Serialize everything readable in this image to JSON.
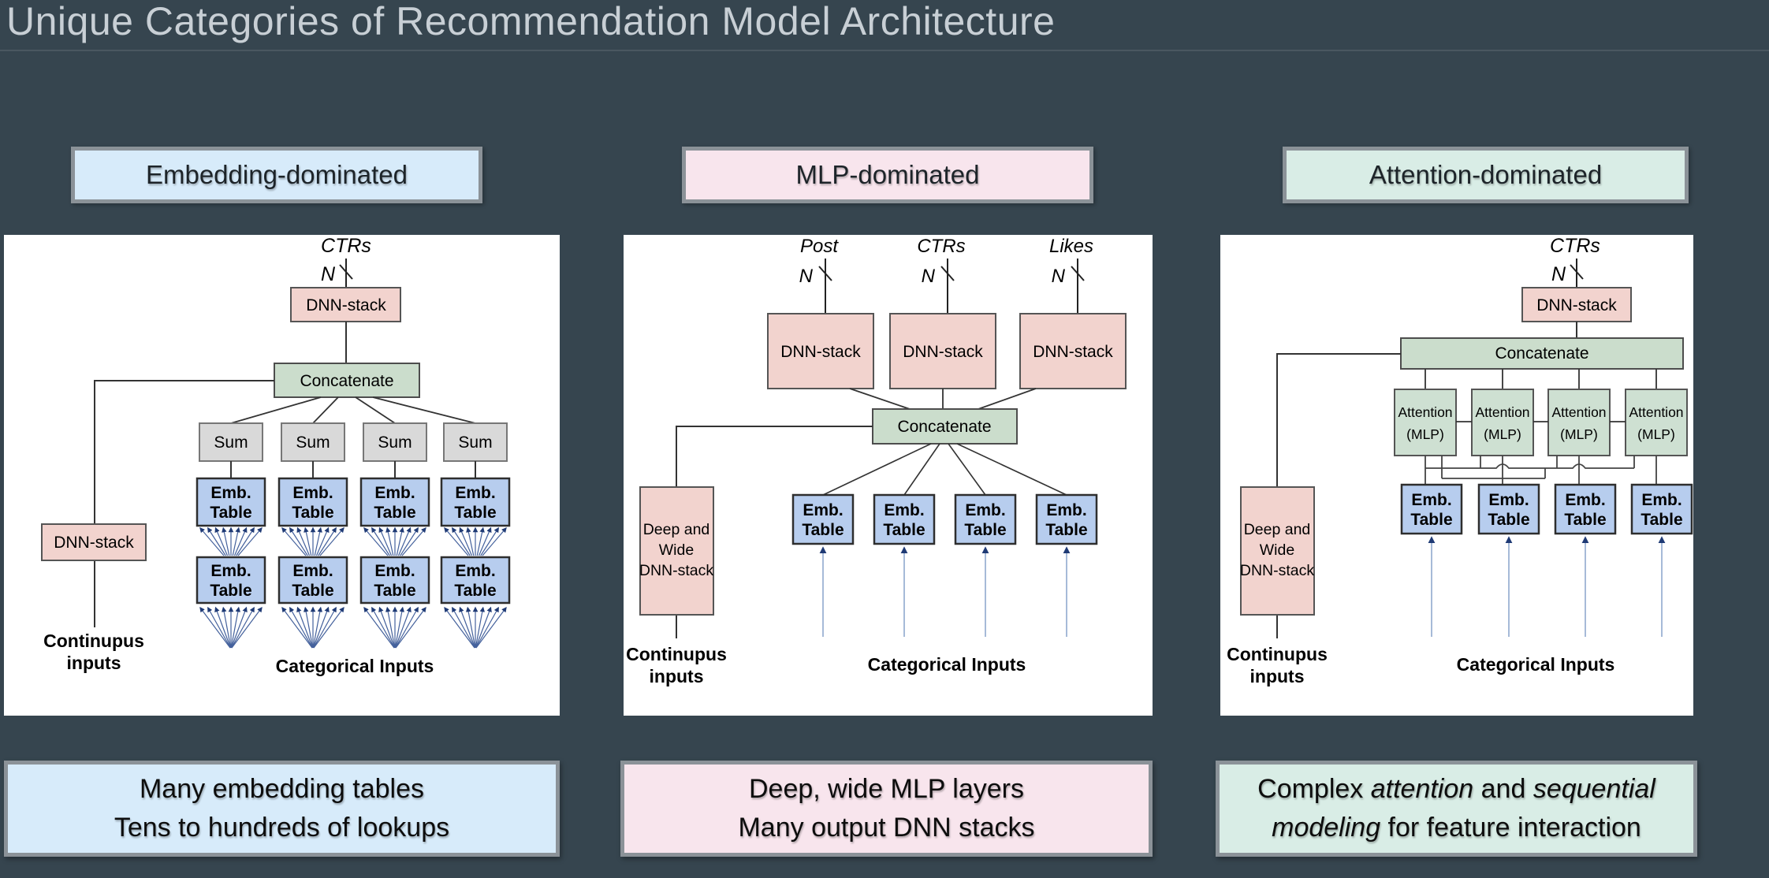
{
  "title": "Unique Categories of Recommendation Model Architecture",
  "colors": {
    "background": "#36454F",
    "header_blue": "#D7EBFA",
    "header_pink": "#F8E5ED",
    "header_mint": "#D9EDE6",
    "box_pink": "#F2D3CE",
    "box_green": "#CBDDCC",
    "box_blue": "#B7CDEE",
    "box_gray": "#D9D9D9",
    "attention_green": "#CEE0D2",
    "arrow_blue": "#8FA9CE",
    "arrowhead_navy": "#1F3A75"
  },
  "panels": [
    {
      "id": "embedding-dominated",
      "header": "Embedding-dominated",
      "diagram": {
        "output_label": "CTRs",
        "dim_label": "N",
        "dnn_stack": "DNN-stack",
        "concatenate": "Concatenate",
        "sum": "Sum",
        "emb_line1": "Emb.",
        "emb_line2": "Table",
        "continuous_line1": "Continupus",
        "continuous_line2": "inputs",
        "categorical": "Categorical Inputs"
      },
      "caption": [
        [
          {
            "t": "Many embedding tables"
          }
        ],
        [
          {
            "t": "Tens to hundreds of lookups"
          }
        ]
      ]
    },
    {
      "id": "mlp-dominated",
      "header": "MLP-dominated",
      "diagram": {
        "output_labels": [
          "Post",
          "CTRs",
          "Likes"
        ],
        "dim_label": "N",
        "dnn_stack": "DNN-stack",
        "concatenate": "Concatenate",
        "deep_wide": [
          "Deep and",
          "Wide",
          "DNN-stack"
        ],
        "emb_line1": "Emb.",
        "emb_line2": "Table",
        "continuous_line1": "Continupus",
        "continuous_line2": "inputs",
        "categorical": "Categorical Inputs"
      },
      "caption": [
        [
          {
            "t": "Deep, wide MLP layers"
          }
        ],
        [
          {
            "t": "Many output DNN stacks"
          }
        ]
      ]
    },
    {
      "id": "attention-dominated",
      "header": "Attention-dominated",
      "diagram": {
        "output_label": "CTRs",
        "dim_label": "N",
        "dnn_stack": "DNN-stack",
        "concatenate": "Concatenate",
        "attention_line1": "Attention",
        "attention_line2": "(MLP)",
        "deep_wide": [
          "Deep and",
          "Wide",
          "DNN-stack"
        ],
        "emb_line1": "Emb.",
        "emb_line2": "Table",
        "continuous_line1": "Continupus",
        "continuous_line2": "inputs",
        "categorical": "Categorical Inputs"
      },
      "caption": [
        [
          {
            "t": "Complex "
          },
          {
            "t": "attention",
            "i": true
          },
          {
            "t": " and "
          },
          {
            "t": "sequential",
            "i": true
          }
        ],
        [
          {
            "t": "modeling",
            "i": true
          },
          {
            "t": " for feature interaction"
          }
        ]
      ]
    }
  ]
}
